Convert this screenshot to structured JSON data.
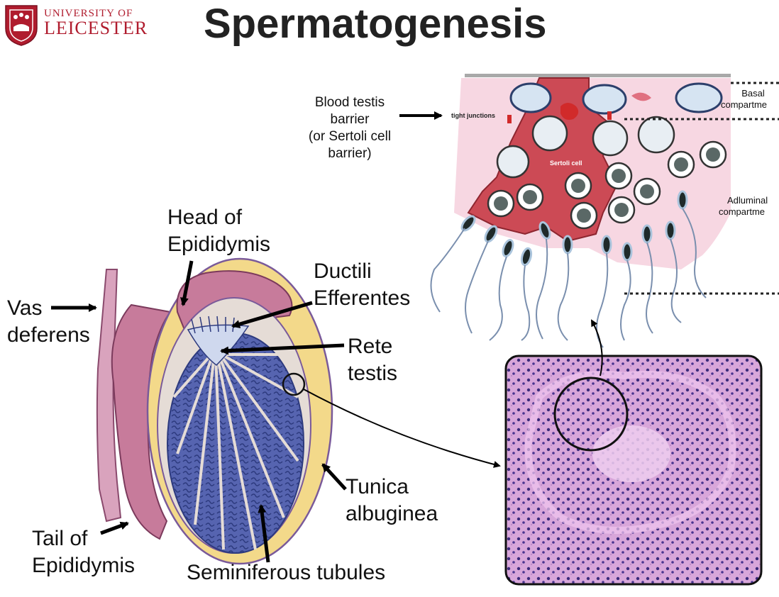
{
  "header": {
    "logo_line1": "UNIVERSITY OF",
    "logo_line2": "LEICESTER",
    "title": "Spermatogenesis"
  },
  "testis_labels": {
    "head_line1": "Head of",
    "head_line2": "Epididymis",
    "ductili_line1": "Ductili",
    "ductili_line2": "Efferentes",
    "vas_line1": "Vas",
    "vas_line2": "deferens",
    "rete_line1": "Rete",
    "rete_line2": "testis",
    "tunica_line1": "Tunica",
    "tunica_line2": "albuginea",
    "tail_line1": "Tail of",
    "tail_line2": "Epididymis",
    "seminiferous": "Seminiferous tubules"
  },
  "barrier_labels": {
    "line1": "Blood testis",
    "line2": "barrier",
    "line3": "(or Sertoli cell",
    "line4": "barrier)",
    "tight_junctions": "tight junctions",
    "sertoli_cell": "Sertoli cell",
    "basal_line1": "Basal",
    "basal_line2": "compartme",
    "adluminal_line1": "Adluminal",
    "adluminal_line2": "compartme"
  },
  "colors": {
    "brand_red": "#b01c2e",
    "tubule_blue": "#4a5aa8",
    "epididymis_pink": "#c77b9b",
    "tunica_yellow": "#f3d98a",
    "histology_pink": "#dba8dc",
    "sertoli_red": "#cc4a55"
  }
}
